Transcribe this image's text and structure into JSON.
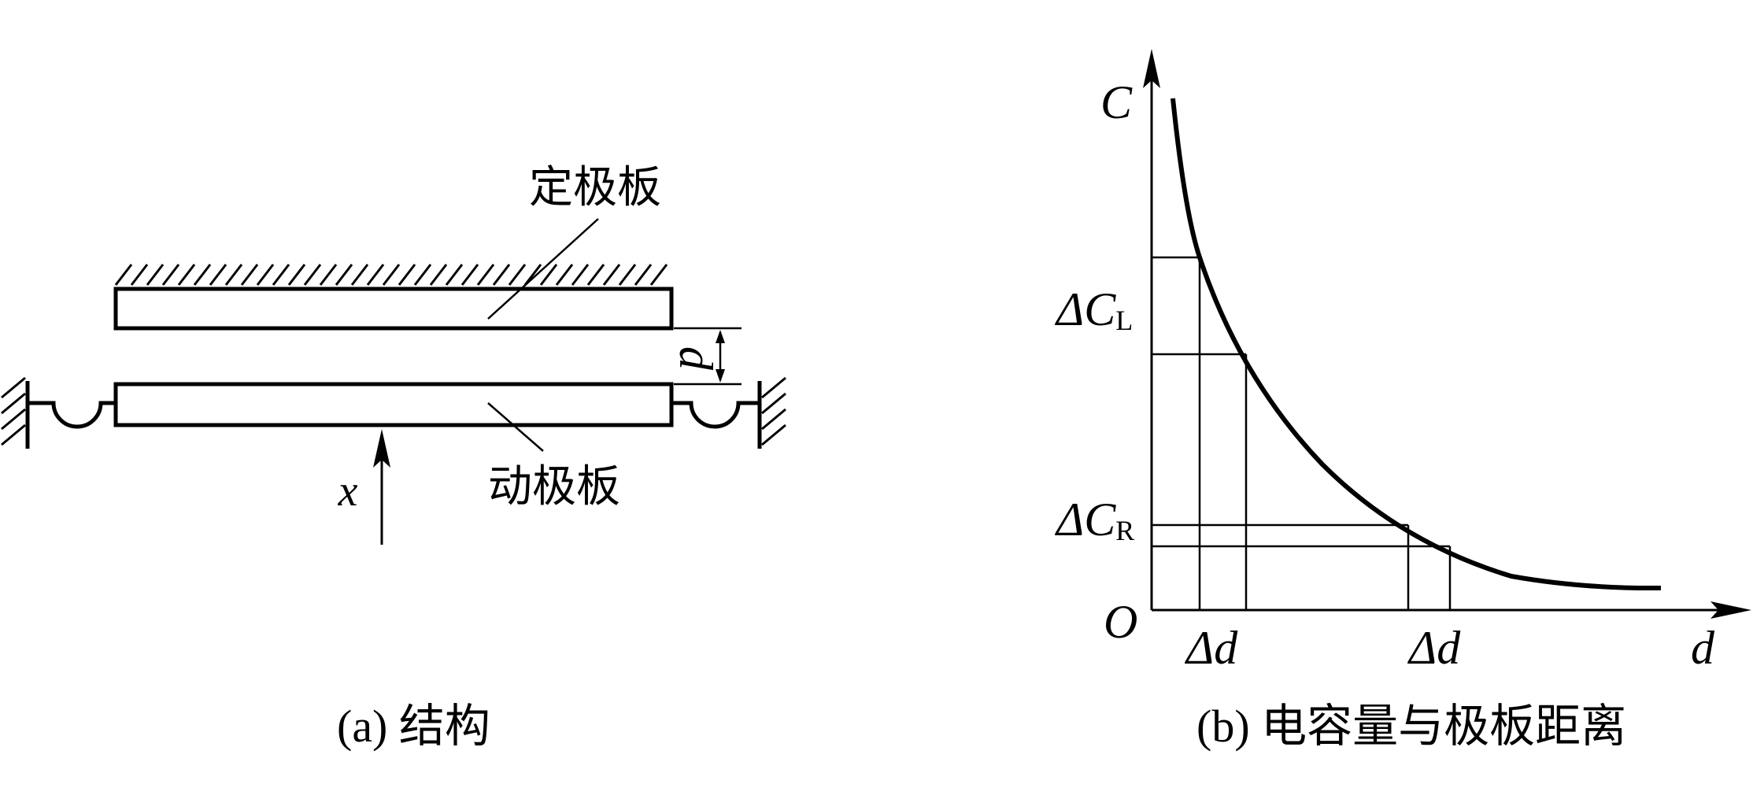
{
  "panel_a": {
    "fixed_plate_label": "定极板",
    "moving_plate_label": "动极板",
    "gap_symbol": "d",
    "displacement_symbol": "x",
    "caption": "(a) 结构"
  },
  "panel_b": {
    "y_axis_symbol": "C",
    "x_axis_symbol": "d",
    "origin_symbol": "O",
    "delta_c_left": {
      "prefix": "ΔC",
      "subscript": "L"
    },
    "delta_c_right": {
      "prefix": "ΔC",
      "subscript": "R"
    },
    "delta_d_left": "Δd",
    "delta_d_right": "Δd",
    "caption": "(b) 电容量与极板距离"
  },
  "colors": {
    "ink": "#000000",
    "background": "#ffffff"
  }
}
